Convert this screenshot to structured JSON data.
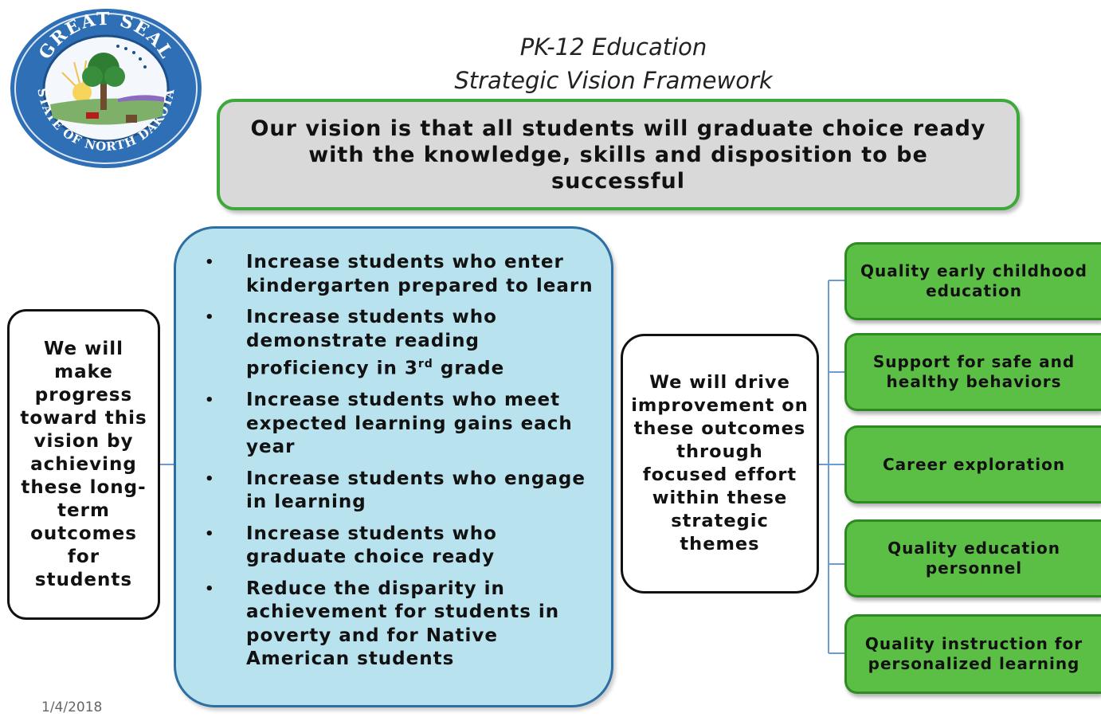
{
  "header": {
    "title_line1": "PK-12 Education",
    "title_line2": "Strategic Vision Framework"
  },
  "seal": {
    "top_text": "GREAT SEAL",
    "bottom_text": "STATE OF NORTH DAKOTA",
    "colors": {
      "ring": "#2f6fb5",
      "inner": "#ffffff",
      "tree": "#2e7d32"
    }
  },
  "vision": {
    "text": "Our vision is that all students will graduate choice ready with the knowledge, skills and disposition to be successful"
  },
  "progress_box": {
    "text": "We will make progress toward this vision by achieving these long-term outcomes for students"
  },
  "outcomes": [
    {
      "bullet": "•",
      "text": "Increase students who enter kindergarten prepared to learn"
    },
    {
      "bullet": "•",
      "text_before": "Increase students who demonstrate reading proficiency in 3",
      "sup": "rd",
      "text_after": " grade"
    },
    {
      "bullet": "•",
      "text": "Increase students who meet expected learning gains each year"
    },
    {
      "bullet": "•",
      "text": "Increase students who engage in learning"
    },
    {
      "bullet": "•",
      "text": "Increase students who graduate choice ready"
    },
    {
      "bullet": "•",
      "text": "Reduce the disparity in achievement for students in poverty and for Native American students"
    }
  ],
  "drive_box": {
    "text": "We will drive improvement on these outcomes through focused effort within these strategic themes"
  },
  "themes": [
    {
      "label": "Quality early childhood education"
    },
    {
      "label": "Support for safe and healthy behaviors"
    },
    {
      "label": "Career exploration"
    },
    {
      "label": "Quality education personnel"
    },
    {
      "label": "Quality instruction for personalized learning"
    }
  ],
  "footer": {
    "date": "1/4/2018"
  },
  "colors": {
    "vision_fill": "#d9d9d9",
    "green_border": "#3ea93a",
    "outcomes_fill": "#b8e3ee",
    "outcomes_border": "#2d6fa3",
    "theme_fill": "#5cbf45",
    "connector": "#6b9bd1"
  }
}
